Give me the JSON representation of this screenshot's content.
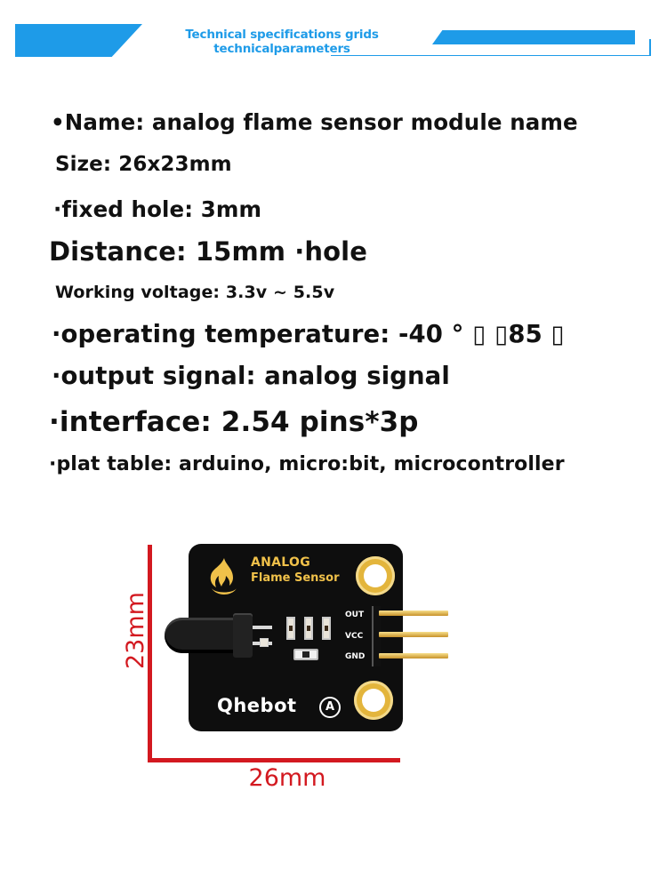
{
  "header": {
    "title_line1": "Technical specifications grids",
    "title_line2": "technicalparameters",
    "accent_color": "#1e9be8"
  },
  "specs": [
    "•Name: analog flame sensor module name",
    "Size: 26x23mm",
    "·fixed hole: 3mm",
    "Distance: 15mm ·hole",
    "Working voltage: 3.3v ~ 5.5v",
    "·operating temperature: -40 ° ▯ ▯85 ▯",
    "·output signal: analog signal",
    "·interface: 2.54 pins*3p",
    "·plat table: arduino, micro:bit, microcontroller"
  ],
  "dimensions": {
    "height_label": "23mm",
    "width_label": "26mm",
    "color": "#d31920"
  },
  "board": {
    "title_line1": "ANALOG",
    "title_line2": "Flame Sensor",
    "pin_labels": [
      "OUT",
      "VCC",
      "GND"
    ],
    "logo": "Qhebot",
    "badge": "A",
    "flame_icon": "flame-icon"
  }
}
